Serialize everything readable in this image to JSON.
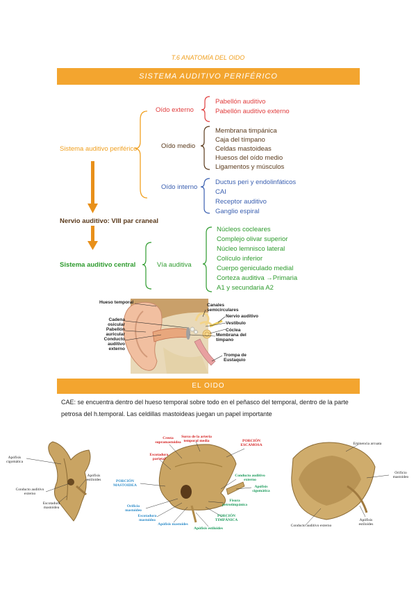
{
  "header": {
    "title": "T.6 ANATOMÍA DEL OIDO"
  },
  "section1": {
    "title": "SISTEMA AUDITIVO PERIFÉRICO"
  },
  "tree": {
    "root": "Sistema auditivo periférico",
    "nerve": "Nervio auditivo: VIII par craneal",
    "central": "Sistema auditivo central",
    "outer": {
      "label": "Oído externo",
      "items": [
        "Pabellón auditivo",
        "Pabellón auditivo externo"
      ]
    },
    "middle": {
      "label": "Oído medio",
      "items": [
        "Membrana timpánica",
        "Caja del tímpano",
        "Celdas mastoideas",
        "Huesos del oído medio",
        "Ligamentos y músculos"
      ]
    },
    "inner": {
      "label": "Oído interno",
      "items": [
        "Ductus peri y endolinfáticos",
        "CAI",
        "Receptor auditivo",
        "Ganglio espiral"
      ]
    },
    "pathway": {
      "label": "Vía auditiva",
      "items": [
        "Núcleos cocleares",
        "Complejo olivar superior",
        "Núcleo lemnisco lateral",
        "Colículo inferior",
        "Cuerpo geniculado medial",
        "Corteza auditiva →Primaria",
        "A1 y secundaria A2"
      ]
    }
  },
  "ear_figure": {
    "left_labels": [
      "Hueso temporal",
      "Cadena osicular",
      "Pabellón auricular",
      "Conducto auditivo externo"
    ],
    "right_labels": [
      "Canales semicirculares",
      "Nervio auditivo",
      "Vestíbulo",
      "Cóclea",
      "Membrana del tímpano",
      "Trompa de Eustaquio"
    ]
  },
  "section2": {
    "title": "EL OIDO"
  },
  "paragraph": "CAE: se encuentra dentro del hueso temporal sobre todo en el peñasco del temporal, dentro de la parte petrosa del h.temporal. Las celdillas mastoideas juegan un papel importante",
  "bone_figures": {
    "left": [
      "Apófisis cigomática",
      "Conducto auditivo externo",
      "Apófisis estiloides",
      "Escotadura mastoidea"
    ],
    "center": [
      "Cresta supramastoidea",
      "Surco de la arteria temporal media",
      "PORCIÓN ESCAMOSA",
      "Escotadura parietal",
      "PORCIÓN MASTOIDEA",
      "Conducto auditivo externo",
      "Apófisis cigomática",
      "Orificio mastoideo",
      "Escotadura mastoidea",
      "Apófisis mastoides",
      "PORCIÓN TIMPÁNICA",
      "Apófisis estiloides",
      "Fisura petrotimpánica"
    ],
    "right": [
      "Eminencia arcuata",
      "Orificio mastoideo",
      "Conducto auditivo externo",
      "Apófisis estiloides"
    ]
  },
  "colors": {
    "accent": "#f3a52f",
    "orange": "#f0a020",
    "red": "#e03c3c",
    "brown": "#5a3a1c",
    "blue": "#3a5fb0",
    "green": "#2e9b2e",
    "bone": "#c9a463"
  }
}
